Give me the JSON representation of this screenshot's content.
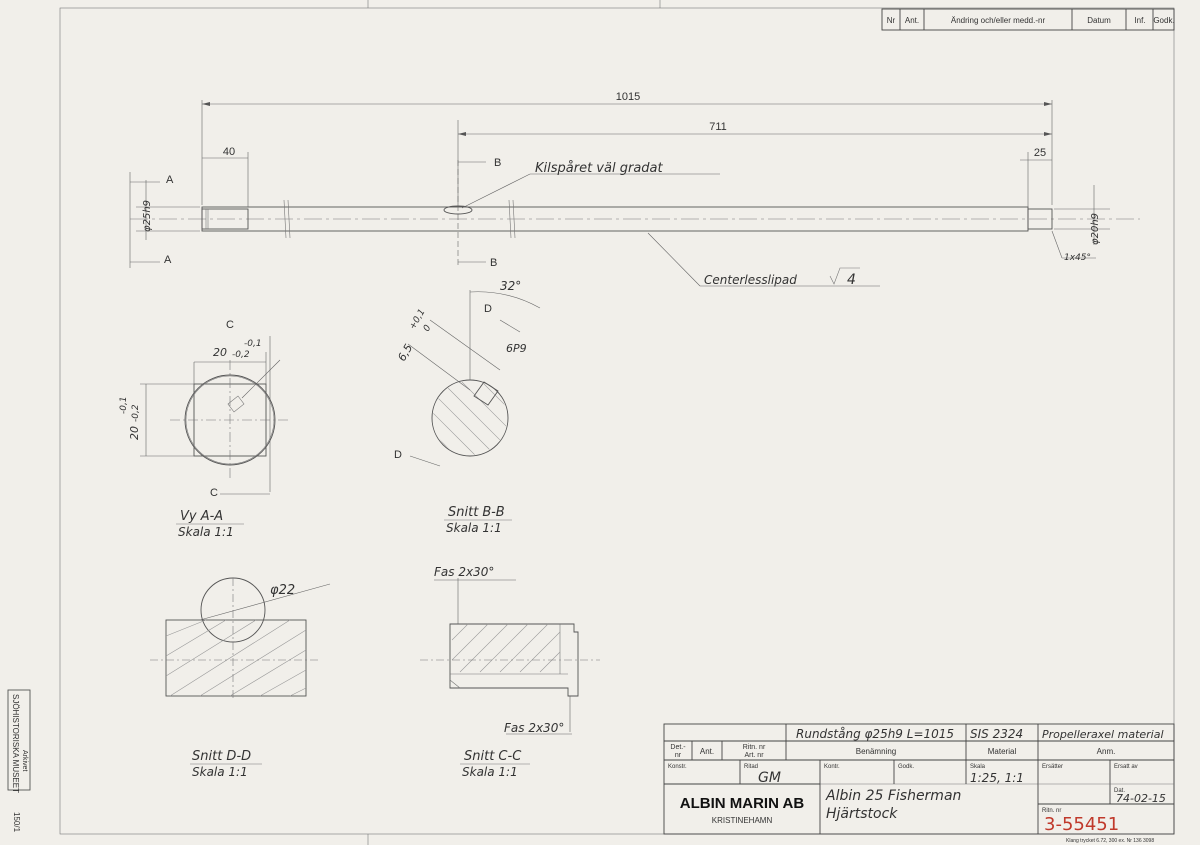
{
  "revision_table": {
    "headers": [
      "Nr",
      "Ant.",
      "Ändring och/eller medd.-nr",
      "Datum",
      "Inf.",
      "Godk."
    ]
  },
  "dimensions": {
    "total_length": "1015",
    "length_711": "711",
    "length_40": "40",
    "length_25": "25",
    "dia_left": "φ25h9",
    "dia_right": "φ20h9",
    "chamfer": "1x45°",
    "section_a": "A",
    "section_b": "B",
    "section_c": "C",
    "section_d": "D"
  },
  "notes": {
    "keyway": "Kilspåret väl gradat",
    "finish": "Centerlesslipad",
    "finish_value": "4"
  },
  "view_aa": {
    "dim_top": "20",
    "tol_top": "-0,1\n-0,2",
    "tol_top_upper": "-0,1",
    "tol_top_lower": "-0,2",
    "dim_left": "20",
    "tol_left_upper": "-0,1",
    "tol_left_lower": "-0,2",
    "title": "Vy A-A",
    "scale": "Skala 1:1"
  },
  "section_bb": {
    "angle": "32°",
    "dim": "6,5",
    "tol": "+0,1",
    "tol2": "0",
    "keywidth": "6P9",
    "title": "Snitt B-B",
    "scale": "Skala 1:1"
  },
  "section_dd": {
    "diameter": "φ22",
    "title": "Snitt D-D",
    "scale": "Skala 1:1"
  },
  "section_cc": {
    "chamfer_top": "Fas 2x30°",
    "chamfer_bottom": "Fas 2x30°",
    "title": "Snitt C-C",
    "scale": "Skala 1:1"
  },
  "title_block": {
    "material_desc": "Rundstång φ25h9 L=1015",
    "material_std": "SIS 2324",
    "remark": "Propelleraxel material",
    "headers": {
      "det_nr": "Det.-\nnr",
      "det_nr_1": "Det.-",
      "det_nr_2": "nr",
      "ant": "Ant.",
      "ritn_nr_1": "Ritn. nr",
      "ritn_nr_2": "Art. nr",
      "benamning": "Benämning",
      "material": "Material",
      "anm": "Anm."
    },
    "labels": {
      "konstr": "Konstr.",
      "ritad": "Ritad",
      "kontr": "Kontr.",
      "godk": "Godk.",
      "skala": "Skala",
      "ersatter": "Ersätter",
      "ersatt_av": "Ersatt av",
      "dat": "Dat.",
      "ritn_nr": "Ritn. nr"
    },
    "ritad_value": "GM",
    "skala_value": "1:25, 1:1",
    "date_value": "74-02-15",
    "company": "ALBIN MARIN AB",
    "city": "KRISTINEHAMN",
    "title_line1": "Albin 25 Fisherman",
    "title_line2": "Hjärtstock",
    "drawing_number": "3-55451",
    "footer": "Klang trycket 6.72, 300 ex. Nr 136 3098"
  },
  "side_stamp": {
    "line1": "SJÖHISTORISKA MUSEET",
    "line2": "Arkivet",
    "ref": "150/1"
  }
}
